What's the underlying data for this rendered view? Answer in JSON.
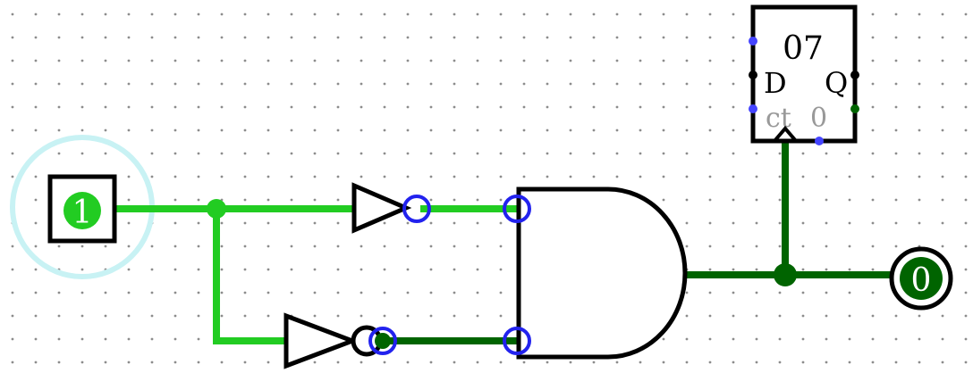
{
  "circuit": {
    "input_pin": {
      "value": "1"
    },
    "output_pin": {
      "value": "0"
    },
    "register": {
      "label": "07",
      "d_label": "D",
      "q_label": "Q",
      "ct_label": "ct",
      "ct_value": "0"
    }
  },
  "colors": {
    "wire_high": "#22cc22",
    "wire_low": "#006400",
    "port_circle": "#2222ee",
    "port_dot": "#4444ff",
    "selection_halo": "#c8f2f4",
    "grid_dot": "#8c8c8c",
    "gate_stroke": "#000000",
    "register_muted_text": "#999999"
  }
}
